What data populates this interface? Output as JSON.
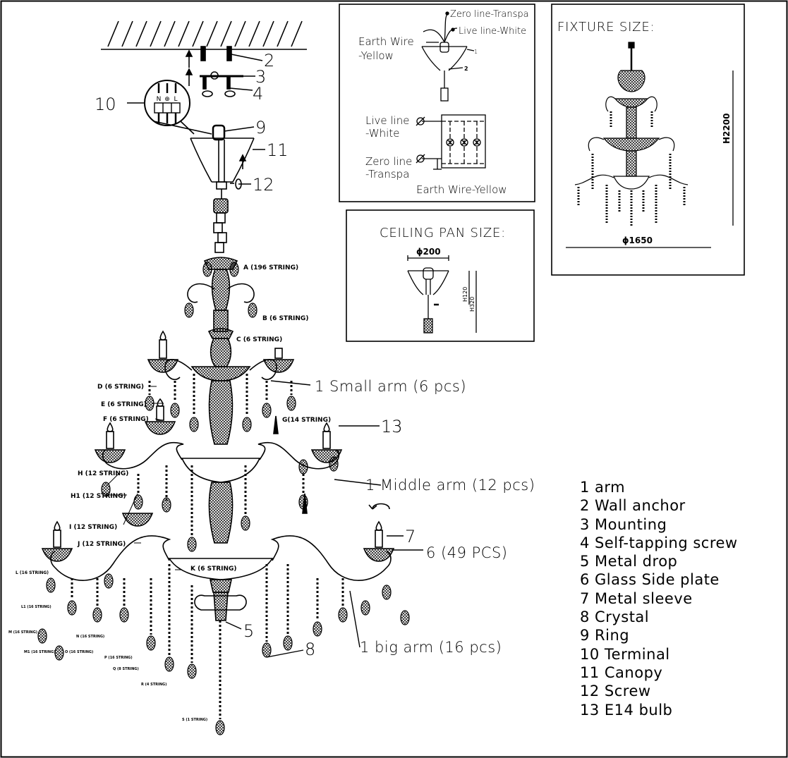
{
  "callouts": {
    "c2": "2",
    "c3": "3",
    "c4": "4",
    "c5": "5",
    "c7": "7",
    "c8": "8",
    "c9": "9",
    "c10": "10",
    "c11": "11",
    "c12": "12",
    "c13": "13"
  },
  "arm_labels": {
    "small": "1 Small arm (6 pcs)",
    "middle": "1 Middle arm (12 pcs)",
    "big": "1 big arm (16 pcs)",
    "plate": "6 (49 PCS)"
  },
  "strings": {
    "A": "A (196 STRING)",
    "B": "B (6 STRING)",
    "C": "C (6 STRING)",
    "D": "D (6 STRING)",
    "E": "E (6 STRING)",
    "F": "F (6 STRING)",
    "G": "G(14 STRING)",
    "H": "H (12 STRING)",
    "H1": "H1 (12 STRING)",
    "I": "I (12 STRING)",
    "J": "J (12 STRING)",
    "K": "K (6 STRING)",
    "L": "L (16 STRING)",
    "L1": "L1 (16 STRING)",
    "M": "M (16 STRING)",
    "M1": "M1 (16 STRING)",
    "N": "N (16 STRING)",
    "O": "O (16 STRING)",
    "P": "P (16 STRING)",
    "Q": "Q (8 STRING)",
    "R": "R (4 STRING)",
    "S": "S (1 STRING)"
  },
  "wiring": {
    "zero_top": "Zero line-Transpa",
    "live_top": "Live line-White",
    "earth_top_1": "Earth Wire",
    "earth_top_2": "-Yellow",
    "pin_1": "1",
    "pin_2": "2",
    "live_1": "Live line",
    "live_2": "-White",
    "zero_1": "Zero line",
    "zero_2": "-Transpa",
    "earth_bottom": "Earth Wire-Yellow"
  },
  "ceiling_pan": {
    "title": "CEILING PAN SIZE:",
    "diameter": "ϕ200",
    "h1": "H120",
    "h2": "H320"
  },
  "fixture": {
    "title": "FIXTURE SIZE:",
    "height": "H2200",
    "diameter": "ϕ1650"
  },
  "terminal": {
    "n": "N",
    "e": "⊕",
    "l": "L"
  },
  "parts": [
    "1 arm",
    "2 Wall anchor",
    "3 Mounting",
    "4 Self-tapping screw",
    "5 Metal drop",
    "6 Glass Side plate",
    "7 Metal sleeve",
    "8 Crystal",
    "9 Ring",
    "10 Terminal",
    "11 Canopy",
    "12 Screw",
    "13 E14 bulb"
  ]
}
